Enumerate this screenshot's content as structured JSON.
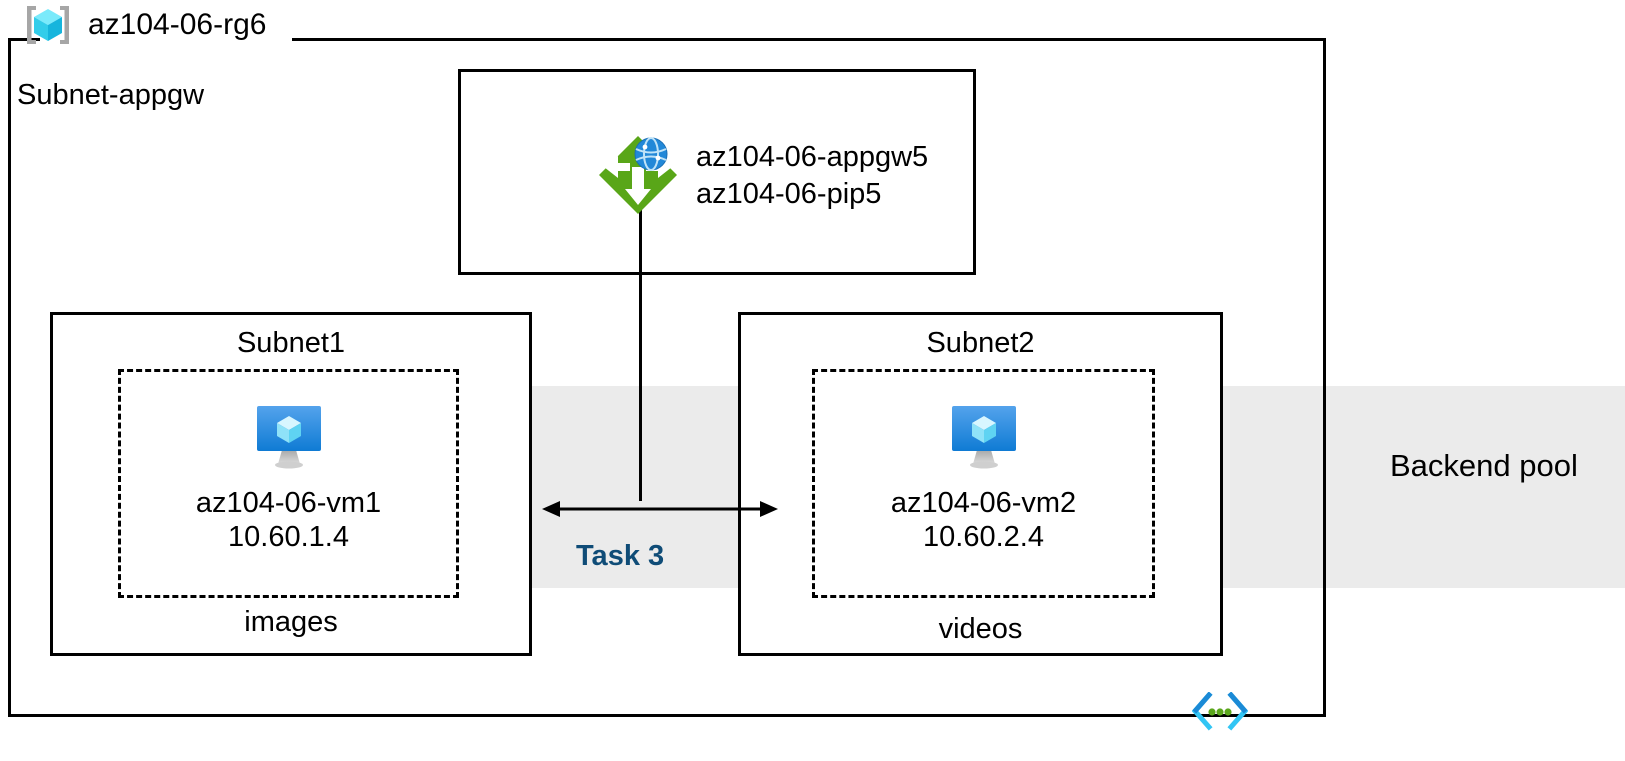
{
  "diagram": {
    "title": "Azure Application Gateway backend pool topology",
    "colors": {
      "border": "#000000",
      "band_fill": "#ebebeb",
      "appgw_green": "#59a618",
      "appgw_globe_blue": "#2288d8",
      "vm_blue": "#2e8ce0",
      "vm_cube_cyan": "#9fe8fb",
      "rg_cube_cyan": "#4adcf4",
      "rg_bracket_gray": "#a6a6a6",
      "task_label_blue": "#0f4c77",
      "code_icon_cyan": "#32c5f4",
      "code_icon_blue": "#1b8ad6",
      "code_icon_green": "#5aa61b"
    }
  },
  "resource_group": {
    "name": "az104-06-rg6",
    "icon": "resource-group-cube-icon"
  },
  "subnet_appgw": {
    "title": "Subnet-appgw",
    "gateway": {
      "icon": "application-gateway-icon",
      "name": "az104-06-appgw5",
      "public_ip": "az104-06-pip5"
    }
  },
  "subnets": [
    {
      "title": "Subnet1",
      "footer": "images",
      "vm": {
        "icon": "virtual-machine-icon",
        "name": "az104-06-vm1",
        "ip": "10.60.1.4"
      }
    },
    {
      "title": "Subnet2",
      "footer": "videos",
      "vm": {
        "icon": "virtual-machine-icon",
        "name": "az104-06-vm2",
        "ip": "10.60.2.4"
      }
    }
  ],
  "backend_pool": {
    "label": "Backend pool"
  },
  "connector": {
    "task_label": "Task 3",
    "arrow": "double-headed-horizontal-arrow",
    "vertical": "gateway-to-backend-line"
  },
  "footer_icon": {
    "name": "arm-template-code-icon"
  }
}
